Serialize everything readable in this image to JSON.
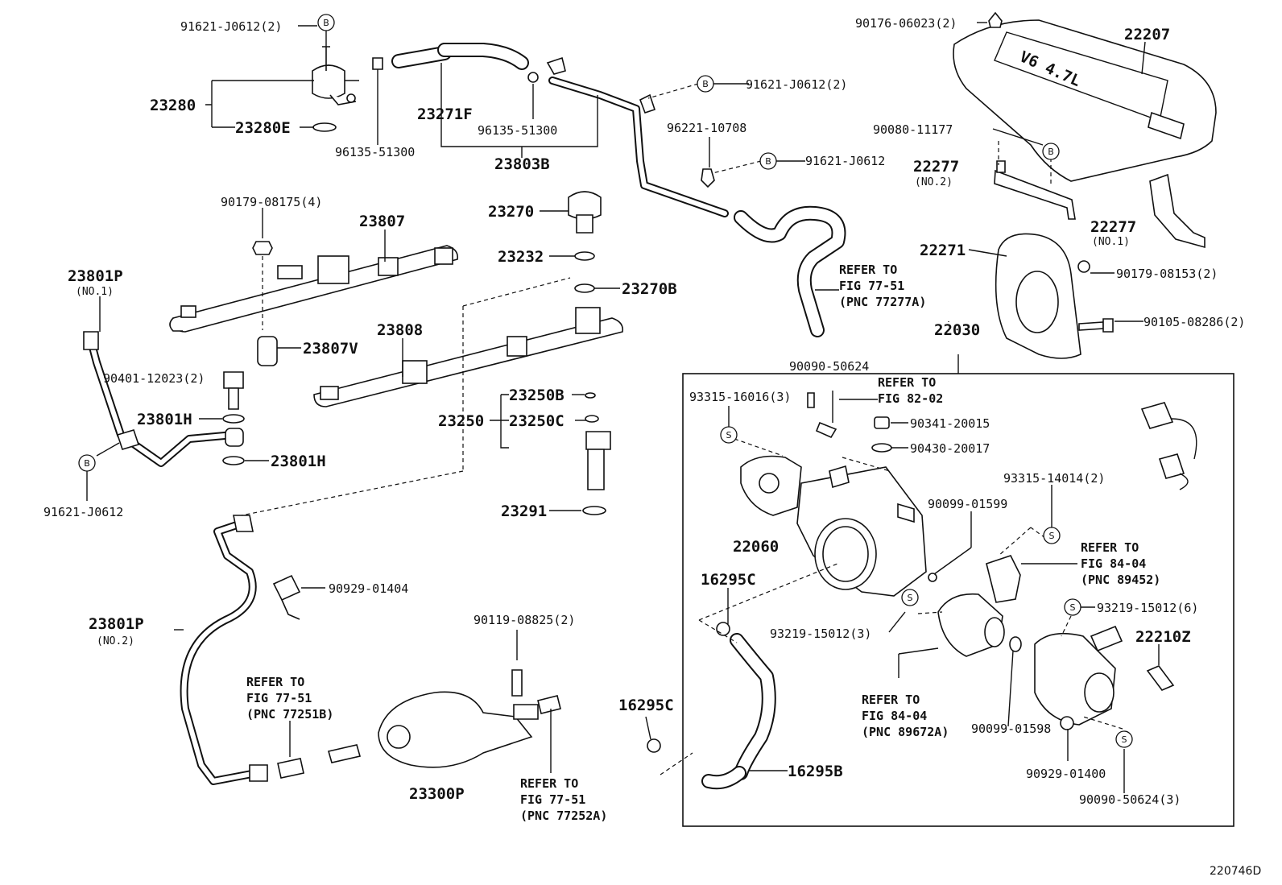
{
  "figure_code": "220746D",
  "marker_b": "B",
  "marker_s": "S",
  "labels": {
    "l_91621_top": "91621-J0612(2)",
    "l_23280": "23280",
    "l_23280e": "23280E",
    "l_96135_a": "96135-51300",
    "l_23271f": "23271F",
    "l_96135_b": "96135-51300",
    "l_23803b": "23803B",
    "l_91621_b2": "91621-J0612(2)",
    "l_96221": "96221-10708",
    "l_91621_mid": "91621-J0612",
    "l_90176": "90176-06023(2)",
    "l_22207": "22207",
    "l_90080": "90080-11177",
    "l_22277_no2": "22277",
    "l_no2_a": "(NO.2)",
    "l_22277_no1": "22277",
    "l_no1_a": "(NO.1)",
    "l_22271": "22271",
    "l_90179_8153": "90179-08153(2)",
    "l_90105": "90105-08286(2)",
    "l_90179_8175": "90179-08175(4)",
    "l_23807": "23807",
    "l_23270": "23270",
    "l_23232": "23232",
    "l_23270b": "23270B",
    "l_refer_77_51_top_1": "REFER TO",
    "l_refer_77_51_top_2": "FIG 77-51",
    "l_refer_77_51_top_3": "(PNC 77277A)",
    "l_22030": "22030",
    "l_23801p_no1": "23801P",
    "l_no1_b": "(NO.1)",
    "l_23807v": "23807V",
    "l_23808": "23808",
    "l_90401": "90401-12023(2)",
    "l_23801h_a": "23801H",
    "l_23801h_b": "23801H",
    "l_91621_left": "91621-J0612",
    "l_23250b": "23250B",
    "l_23250": "23250",
    "l_23250c": "23250C",
    "l_23291": "23291",
    "l_90090_50624": "90090-50624",
    "l_refer_82_02_1": "REFER TO",
    "l_refer_82_02_2": "FIG 82-02",
    "l_93315_16016": "93315-16016(3)",
    "l_90341": "90341-20015",
    "l_90430": "90430-20017",
    "l_22060": "22060",
    "l_90099_01599": "90099-01599",
    "l_93315_14014": "93315-14014(2)",
    "l_refer_84_04_a_1": "REFER TO",
    "l_refer_84_04_a_2": "FIG 84-04",
    "l_refer_84_04_a_3": "(PNC 89452)",
    "l_16295c_a": "16295C",
    "l_93219_a": "93219-15012(3)",
    "l_93219_b": "93219-15012(6)",
    "l_22210z": "22210Z",
    "l_90929_01404": "90929-01404",
    "l_23801p_no2": "23801P",
    "l_no2_b": "(NO.2)",
    "l_90119": "90119-08825(2)",
    "l_refer_77_51_b_1": "REFER TO",
    "l_refer_77_51_b_2": "FIG 77-51",
    "l_refer_77_51_b_3": "(PNC 77251B)",
    "l_refer_84_04_b_1": "REFER TO",
    "l_refer_84_04_b_2": "FIG 84-04",
    "l_refer_84_04_b_3": "(PNC 89672A)",
    "l_90099_01598": "90099-01598",
    "l_16295c_b": "16295C",
    "l_16295b": "16295B",
    "l_90929_01400": "90929-01400",
    "l_90090_3": "90090-50624(3)",
    "l_23300p": "23300P",
    "l_refer_77_51_c_1": "REFER TO",
    "l_refer_77_51_c_2": "FIG 77-51",
    "l_refer_77_51_c_3": "(PNC 77252A)",
    "cover_mark": "V6 4.7L"
  }
}
